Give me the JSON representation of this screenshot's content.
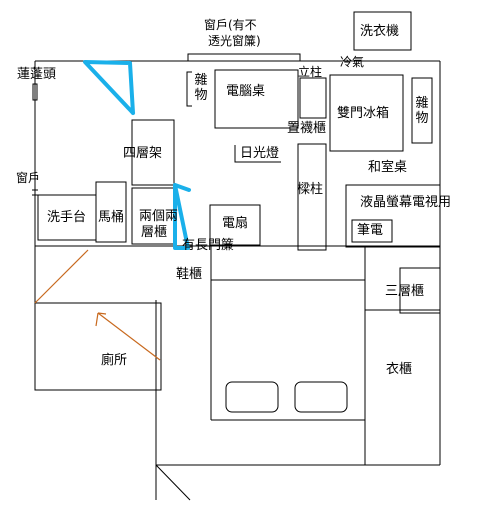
{
  "labels": {
    "window_top": "窗戶(有不",
    "window_top_2": "透光窗簾)",
    "washing_machine": "洗衣機",
    "shower_head": "蓮蓬頭",
    "air_conditioner": "冷氣",
    "pillar_top": "立柱",
    "sundries_left": "雜物",
    "computer_desk": "電腦桌",
    "storage_cabinet": "置襪櫃",
    "fridge": "雙門冰箱",
    "sundries_right": "雜物",
    "four_tier_shelf": "四層架",
    "sunlight_lamp": "日光燈",
    "window_left": "窗戶",
    "beam_pillar": "樑柱",
    "japanese_desk": "和室桌",
    "washbasin": "洗手台",
    "toilet": "馬桶",
    "two_shelves_1": "兩個兩",
    "two_shelves_2": "層櫃",
    "fan": "電扇",
    "curtain": "有長門簾",
    "lcd_tv": "液晶螢幕電視用",
    "laptop": "筆電",
    "shoe_cabinet": "鞋櫃",
    "three_tier_cabinet": "三層櫃",
    "toilet_room": "廁所",
    "wardrobe": "衣櫃"
  },
  "colors": {
    "walls": "#000000",
    "annotation_arrows": "#1ab0ea",
    "door_swing": "#c8691e"
  }
}
